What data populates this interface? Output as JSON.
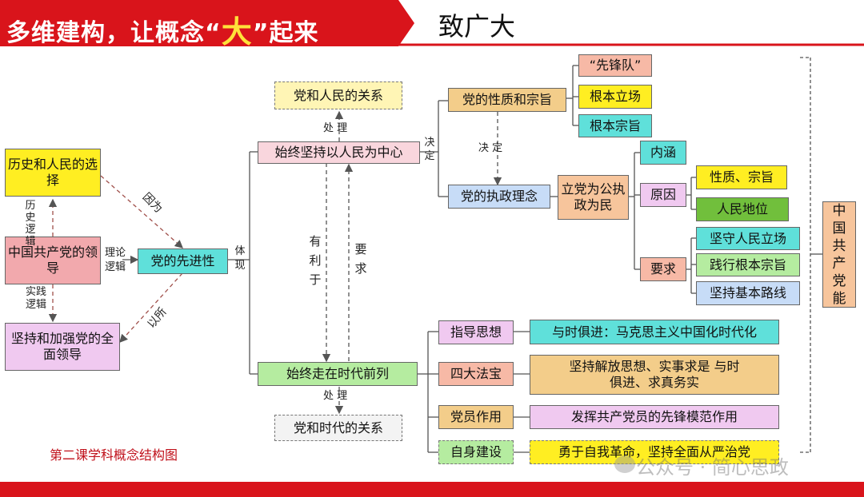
{
  "banner": {
    "title_pre": "多维建构，让概念“",
    "title_big": "大",
    "title_post": "”起来",
    "subtitle": "致广大",
    "colors": {
      "red": "#d9141b",
      "accent": "#ffe23a"
    }
  },
  "caption": "第二课学科概念结构图",
  "watermark": "公众号 · 简心思政",
  "left": {
    "history": "历史和人民的选择",
    "party": "中国共产党的领导",
    "strengthen": "坚持和加强党的全面领导",
    "advanced": "党的先进性",
    "lab_history_logic": "历史逻辑",
    "lab_theory_logic": "理论逻辑",
    "lab_practice_logic": "实践逻辑",
    "lab_because": "因为",
    "lab_so": "以所",
    "lab_embody": "体现"
  },
  "middle": {
    "people_rel": "党和人民的关系",
    "lab_handle1": "处 理",
    "people_center": "始终坚持以人民为中心",
    "lab_benefit": "有利于",
    "lab_require": "要求",
    "times_front": "始终走在时代前列",
    "lab_handle2": "处 理",
    "times_rel": "党和时代的关系"
  },
  "right_top": {
    "nature": "党的性质和宗旨",
    "vanguard": "“先锋队”",
    "stand": "根本立场",
    "purpose": "根本宗旨",
    "lab_decide1": "决定",
    "lab_decide2": "决 定",
    "governance": "党的执政理念",
    "for_public": "立党为公执政为民",
    "connotation": "内涵",
    "reason": "原因",
    "nature_purpose": "性质、宗旨",
    "people_status": "人民地位",
    "require": "要求",
    "req1": "坚守人民立场",
    "req2": "践行根本宗旨",
    "req3": "坚持基本路线"
  },
  "right_bottom": {
    "guide": "指导思想",
    "guide_txt": "与时俱进：马克思主义中国化时代化",
    "magic": "四大法宝",
    "magic_txt": "坚持解放思想、实事求是 与时俱进、求真务实",
    "member": "党员作用",
    "member_txt": "发挥共产党员的先锋模范作用",
    "self": "自身建设",
    "self_txt": "勇于自我革命，坚持全面从严治党"
  },
  "far_right": "中国共产党能"
}
